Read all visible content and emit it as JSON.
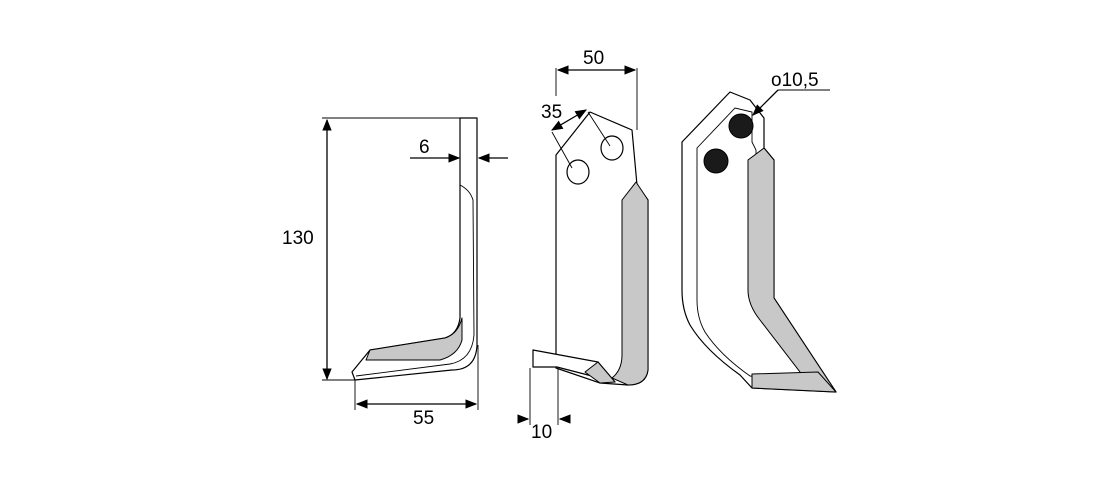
{
  "dimensions": {
    "height": "130",
    "thickness": "6",
    "width_bottom": "55",
    "width_top": "50",
    "hole_spacing": "35",
    "tip_width": "10",
    "hole_diameter": "o10,5"
  }
}
